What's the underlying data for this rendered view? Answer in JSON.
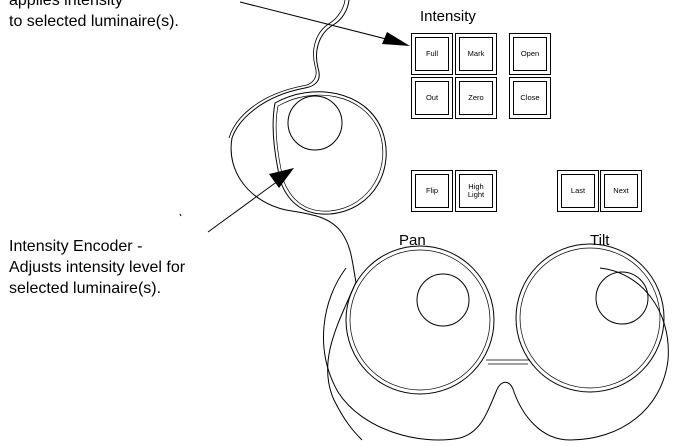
{
  "callouts": {
    "top_line1": "applies intensity",
    "top_line2": "to selected luminaire(s).",
    "encoder_line1": "Intensity Encoder -",
    "encoder_line2": "Adjusts intensity level for",
    "encoder_line3": "selected luminaire(s)."
  },
  "sections": {
    "intensity": "Intensity",
    "pan": "Pan",
    "tilt": "Tilt"
  },
  "buttons": {
    "full": "Full",
    "mark": "Mark",
    "open": "Open",
    "out": "Out",
    "zero": "Zero",
    "close": "Close",
    "flip": "Flip",
    "highlight": "High\nLight",
    "last": "Last",
    "next": "Next"
  }
}
